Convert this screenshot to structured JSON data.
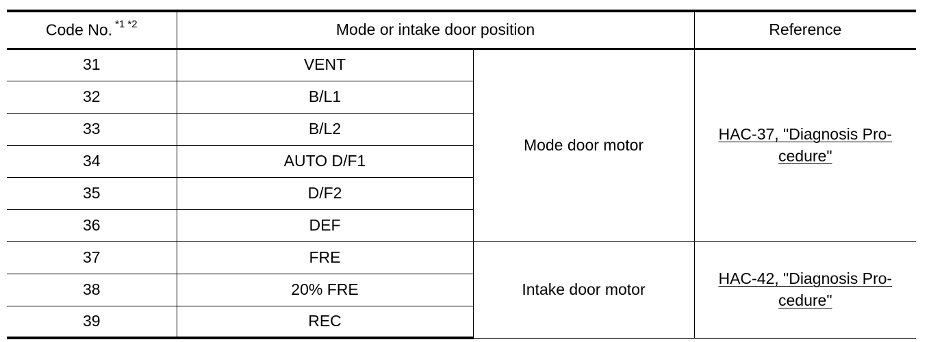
{
  "table": {
    "headers": {
      "code": "Code No.",
      "code_note": "*1 *2",
      "position": "Mode or intake door position",
      "reference": "Reference"
    },
    "rows": [
      {
        "code": "31",
        "position": "VENT"
      },
      {
        "code": "32",
        "position": "B/L1"
      },
      {
        "code": "33",
        "position": "B/L2"
      },
      {
        "code": "34",
        "position": "AUTO D/F1"
      },
      {
        "code": "35",
        "position": "D/F2"
      },
      {
        "code": "36",
        "position": "DEF"
      },
      {
        "code": "37",
        "position": "FRE"
      },
      {
        "code": "38",
        "position": "20% FRE"
      },
      {
        "code": "39",
        "position": "REC"
      }
    ],
    "groups": [
      {
        "motor": "Mode door motor",
        "reference_line1": "HAC-37, \"Diagnosis Pro-",
        "reference_line2": "cedure\""
      },
      {
        "motor": "Intake door motor",
        "reference_line1": "HAC-42, \"Diagnosis Pro-",
        "reference_line2": "cedure\""
      }
    ]
  }
}
